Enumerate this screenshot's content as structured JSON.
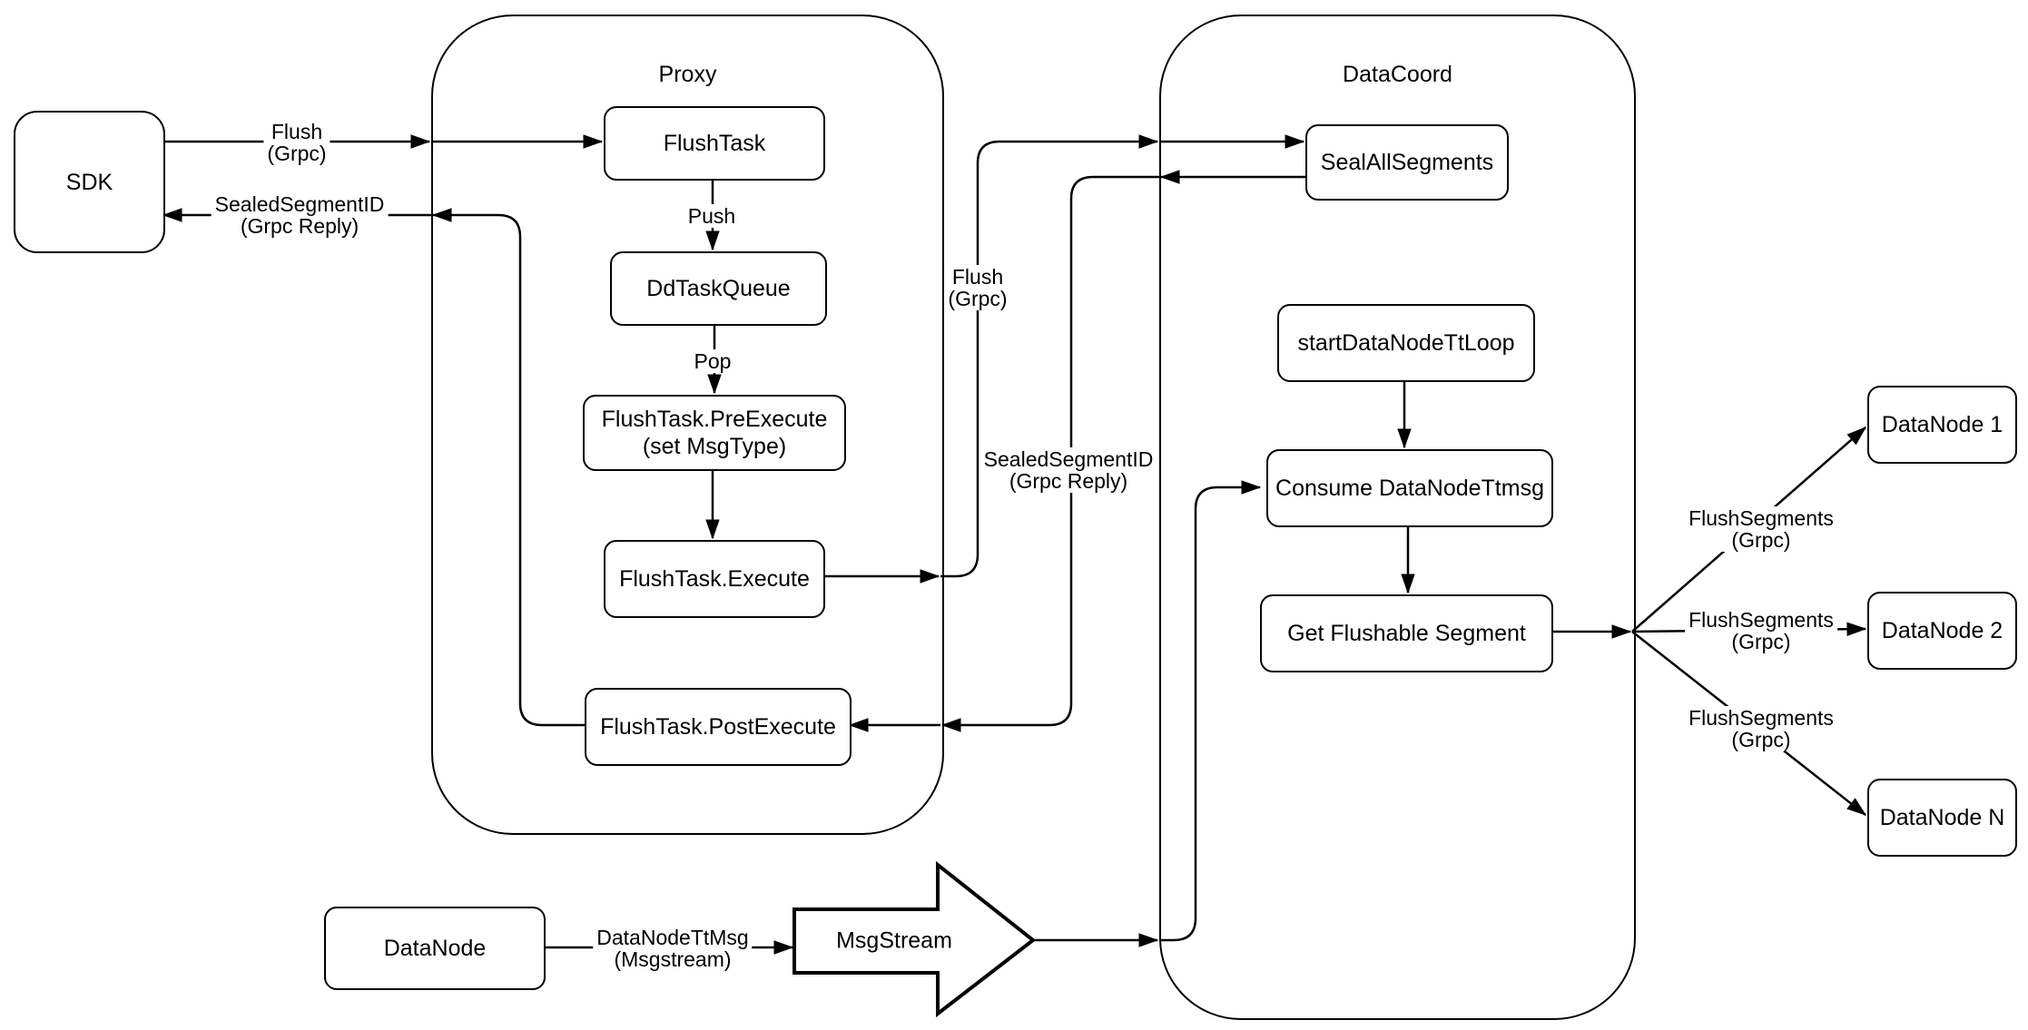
{
  "containers": {
    "proxy": {
      "title": "Proxy"
    },
    "datacoord": {
      "title": "DataCoord"
    }
  },
  "nodes": {
    "sdk": {
      "label": "SDK"
    },
    "flushtask": {
      "label": "FlushTask"
    },
    "ddtaskqueue": {
      "label": "DdTaskQueue"
    },
    "preexecute": {
      "label": "FlushTask.PreExecute",
      "sublabel": "(set MsgType)"
    },
    "execute": {
      "label": "FlushTask.Execute"
    },
    "postexecute": {
      "label": "FlushTask.PostExecute"
    },
    "sealall": {
      "label": "SealAllSegments"
    },
    "startloop": {
      "label": "startDataNodeTtLoop"
    },
    "consume": {
      "label": "Consume DataNodeTtmsg"
    },
    "getflushable": {
      "label": "Get Flushable Segment"
    },
    "datanode1": {
      "label": "DataNode 1"
    },
    "datanode2": {
      "label": "DataNode 2"
    },
    "datanoden": {
      "label": "DataNode N"
    },
    "datanode": {
      "label": "DataNode"
    },
    "msgstream": {
      "label": "MsgStream"
    }
  },
  "edges": {
    "flush_sdk": {
      "line1": "Flush",
      "line2": "(Grpc)"
    },
    "sealed_sdk": {
      "line1": "SealedSegmentID",
      "line2": "(Grpc Reply)"
    },
    "push": {
      "label": "Push"
    },
    "pop": {
      "label": "Pop"
    },
    "flush_mid": {
      "line1": "Flush",
      "line2": "(Grpc)"
    },
    "sealed_mid": {
      "line1": "SealedSegmentID",
      "line2": "(Grpc Reply)"
    },
    "fs1": {
      "line1": "FlushSegments",
      "line2": "(Grpc)"
    },
    "fs2": {
      "line1": "FlushSegments",
      "line2": "(Grpc)"
    },
    "fs3": {
      "line1": "FlushSegments",
      "line2": "(Grpc)"
    },
    "dnttmsg": {
      "line1": "DataNodeTtMsg",
      "line2": "(Msgstream)"
    }
  }
}
